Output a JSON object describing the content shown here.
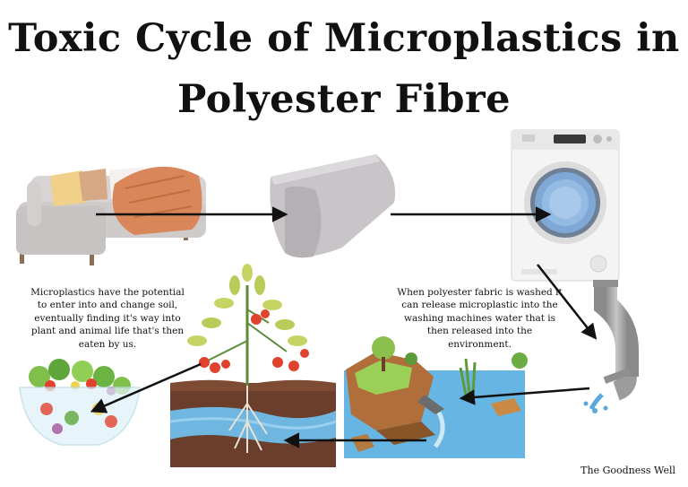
{
  "title": {
    "line1": "Toxic Cycle of  Microplastics in",
    "line2": "Polyester Fibre"
  },
  "captions": {
    "soil": "Microplastics have the potential to enter into and change soil, eventually finding it's way into plant and animal life that's then eaten by us.",
    "washing": "When polyester fabric is washed it can release microplastic into the washing machines water that is then released into the environment."
  },
  "credit": "The Goodness Well",
  "colors": {
    "arrow": "#111111",
    "sofa": "#d4d0d0",
    "throw": "#d9865a",
    "fabric": "#c9c5c8",
    "water": "#66b5e3",
    "pipe": "#a9a9a9",
    "soil": "#6b3d2b",
    "tomato": "#e0422e",
    "leaf": "#b9cb58"
  }
}
